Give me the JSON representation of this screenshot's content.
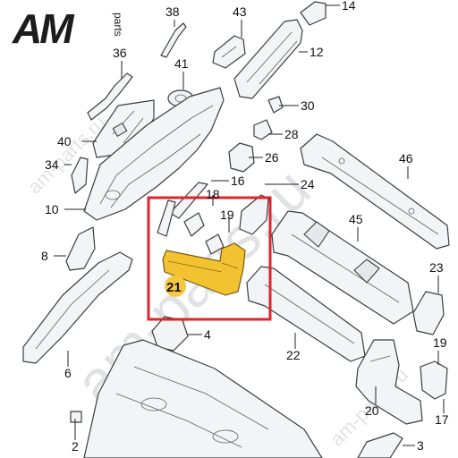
{
  "brand": {
    "logo_letters": "AM",
    "logo_sub": "parts",
    "logo_color": "#1c1c1c"
  },
  "watermark": {
    "text_large": "am-parts.ru",
    "text_small": "am-parts.ru",
    "color": "#c9ccd0"
  },
  "highlight": {
    "part_number": "21",
    "frame_color": "#e0242b",
    "part_color": "#f2c230",
    "badge_color": "#f6c842"
  },
  "callouts": [
    "38",
    "43",
    "14",
    "36",
    "41",
    "12",
    "30",
    "40",
    "28",
    "34",
    "26",
    "46",
    "16",
    "24",
    "18",
    "10",
    "19",
    "45",
    "8",
    "21",
    "23",
    "4",
    "22",
    "6",
    "19",
    "20",
    "17",
    "2",
    "3"
  ]
}
